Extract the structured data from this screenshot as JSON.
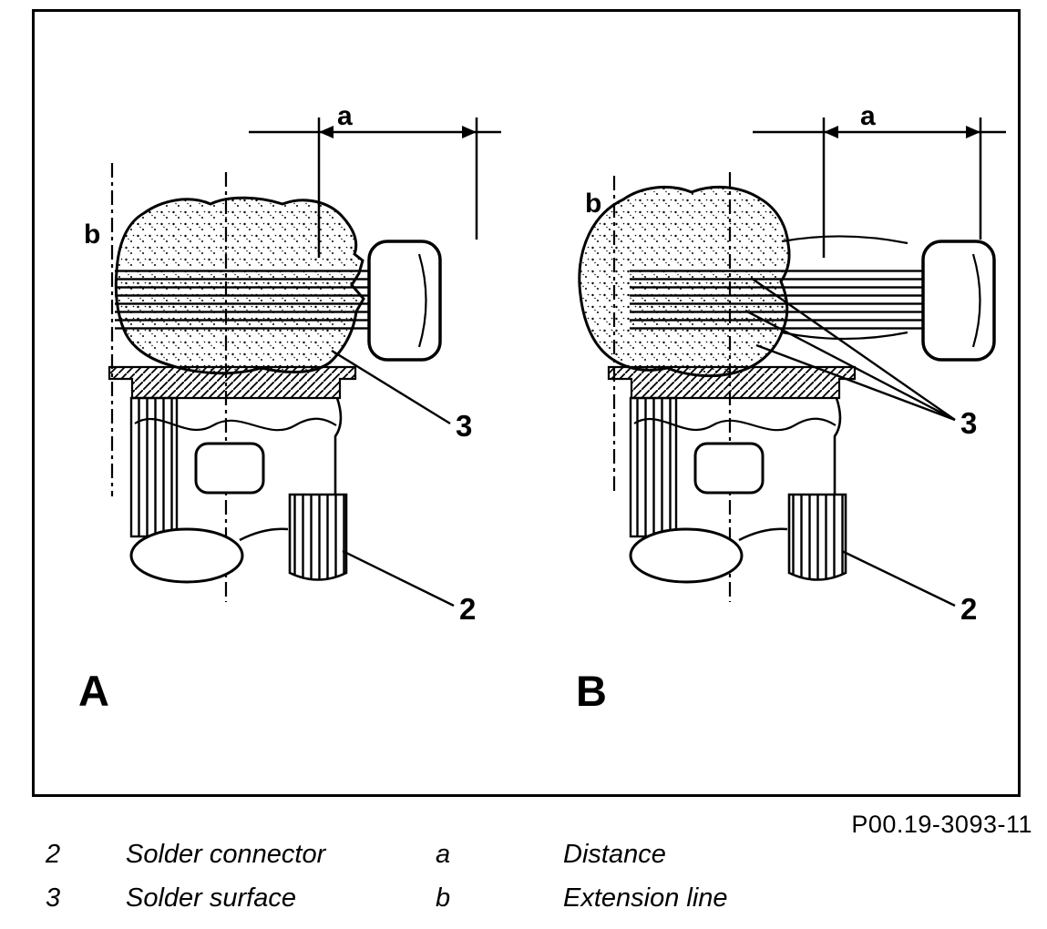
{
  "figure": {
    "code": "P00.19-3093-11"
  },
  "panels": {
    "a": {
      "letter": "A",
      "dim_label": "a",
      "ext_label": "b",
      "callout_surface": "3",
      "callout_connector": "2"
    },
    "b": {
      "letter": "B",
      "dim_label": "a",
      "ext_label": "b",
      "callout_surface": "3",
      "callout_connector": "2"
    }
  },
  "legend": {
    "rows": [
      {
        "key": "2",
        "label": "Solder connector",
        "key2": "a",
        "label2": "Distance"
      },
      {
        "key": "3",
        "label": "Solder surface",
        "key2": "b",
        "label2": "Extension line"
      }
    ]
  },
  "colors": {
    "ink": "#000000",
    "paper": "#ffffff"
  }
}
